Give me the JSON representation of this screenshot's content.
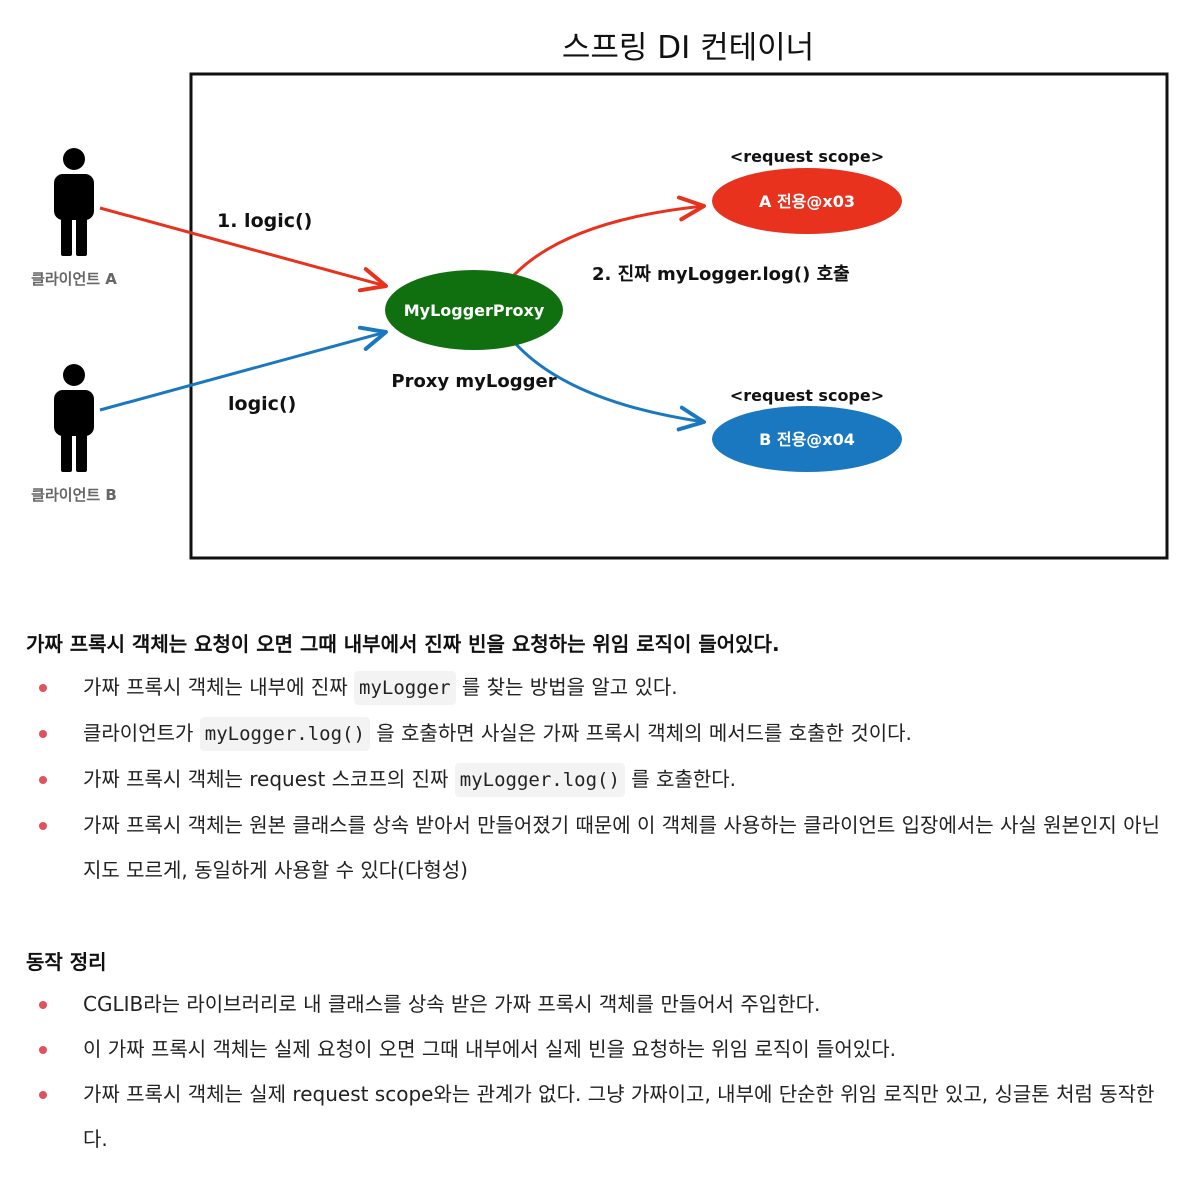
{
  "diagram": {
    "title": "스프링 DI 컨테이너",
    "client_a": "클라이언트 A",
    "client_b": "클라이언트 B",
    "arrow_a_label": "1. logic()",
    "arrow_b_label": "logic()",
    "proxy_node": "MyLoggerProxy",
    "proxy_caption": "Proxy myLogger",
    "call_label": "2. 진짜 myLogger.log() 호출",
    "scope_a_caption": "<request scope>",
    "scope_a_node": "A 전용@x03",
    "scope_b_caption": "<request scope>",
    "scope_b_node": "B 전용@x04",
    "colors": {
      "red": "#e8321e",
      "green": "#107010",
      "blue": "#1a78c0"
    }
  },
  "section1": {
    "title": "가짜 프록시 객체는 요청이 오면 그때 내부에서 진짜 빈을 요청하는 위임 로직이 들어있다.",
    "b1": {
      "pre": "가짜 프록시 객체는 내부에 진짜 ",
      "code": "myLogger",
      "post": " 를 찾는 방법을 알고 있다."
    },
    "b2": {
      "pre": "클라이언트가 ",
      "code": "myLogger.log()",
      "post": " 을 호출하면 사실은 가짜 프록시 객체의 메서드를 호출한 것이다."
    },
    "b3": {
      "pre": "가짜 프록시 객체는 request 스코프의 진짜 ",
      "code": "myLogger.log()",
      "post": " 를 호출한다."
    },
    "b4": "가짜 프록시 객체는 원본 클래스를 상속 받아서 만들어졌기 때문에 이 객체를 사용하는 클라이언트 입장에서는 사실 원본인지 아닌지도 모르게, 동일하게 사용할 수 있다(다형성)"
  },
  "section2": {
    "title": "동작 정리",
    "items": [
      "CGLIB라는 라이브러리로 내 클래스를 상속 받은 가짜 프록시 객체를 만들어서 주입한다.",
      "이 가짜 프록시 객체는 실제 요청이 오면 그때 내부에서 실제 빈을 요청하는 위임 로직이 들어있다.",
      "가짜 프록시 객체는 실제 request scope와는 관계가 없다. 그냥 가짜이고, 내부에 단순한 위임 로직만 있고, 싱글톤 처럼 동작한다."
    ]
  }
}
